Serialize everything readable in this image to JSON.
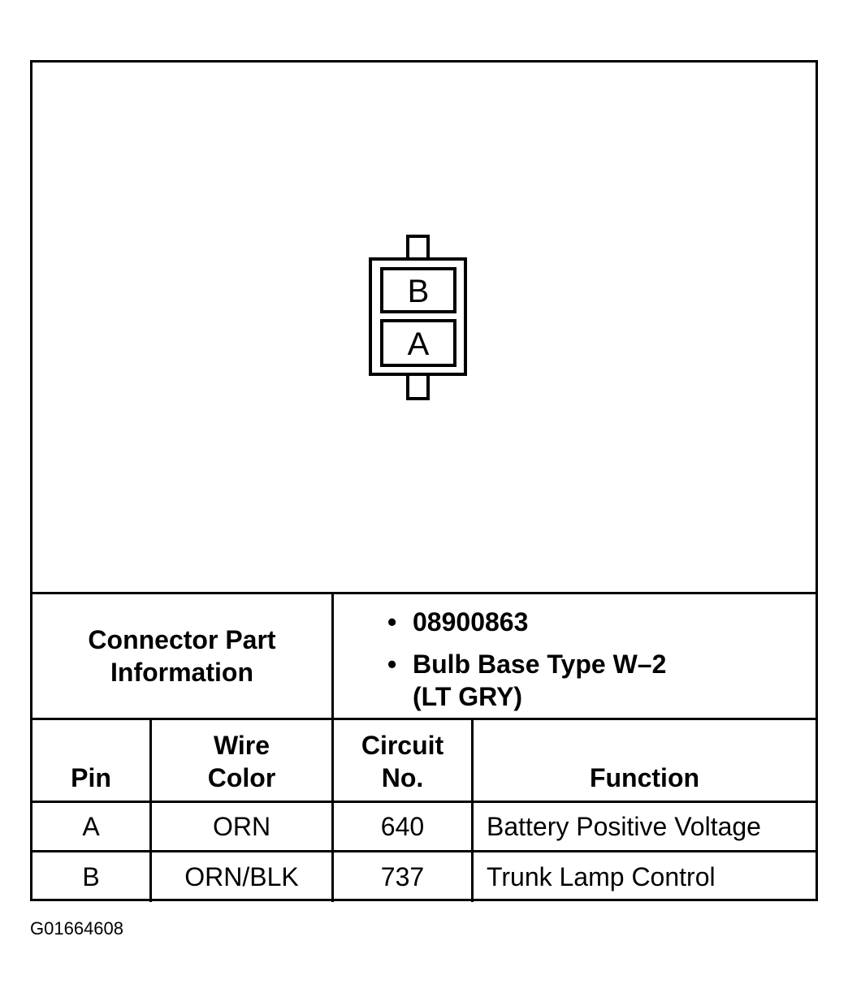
{
  "connector": {
    "cavities": [
      "B",
      "A"
    ]
  },
  "part_info": {
    "label": "Connector Part Information",
    "items": [
      "08900863",
      "Bulb Base Type W–2 (LT GRY)"
    ]
  },
  "table": {
    "headers": {
      "pin": "Pin",
      "wire_color_1": "Wire",
      "wire_color_2": "Color",
      "circuit_1": "Circuit",
      "circuit_2": "No.",
      "function": "Function"
    },
    "rows": [
      {
        "pin": "A",
        "wire_color": "ORN",
        "circuit": "640",
        "function": "Battery Positive Voltage"
      },
      {
        "pin": "B",
        "wire_color": "ORN/BLK",
        "circuit": "737",
        "function": "Trunk Lamp Control"
      }
    ]
  },
  "figure_id": "G01664608"
}
